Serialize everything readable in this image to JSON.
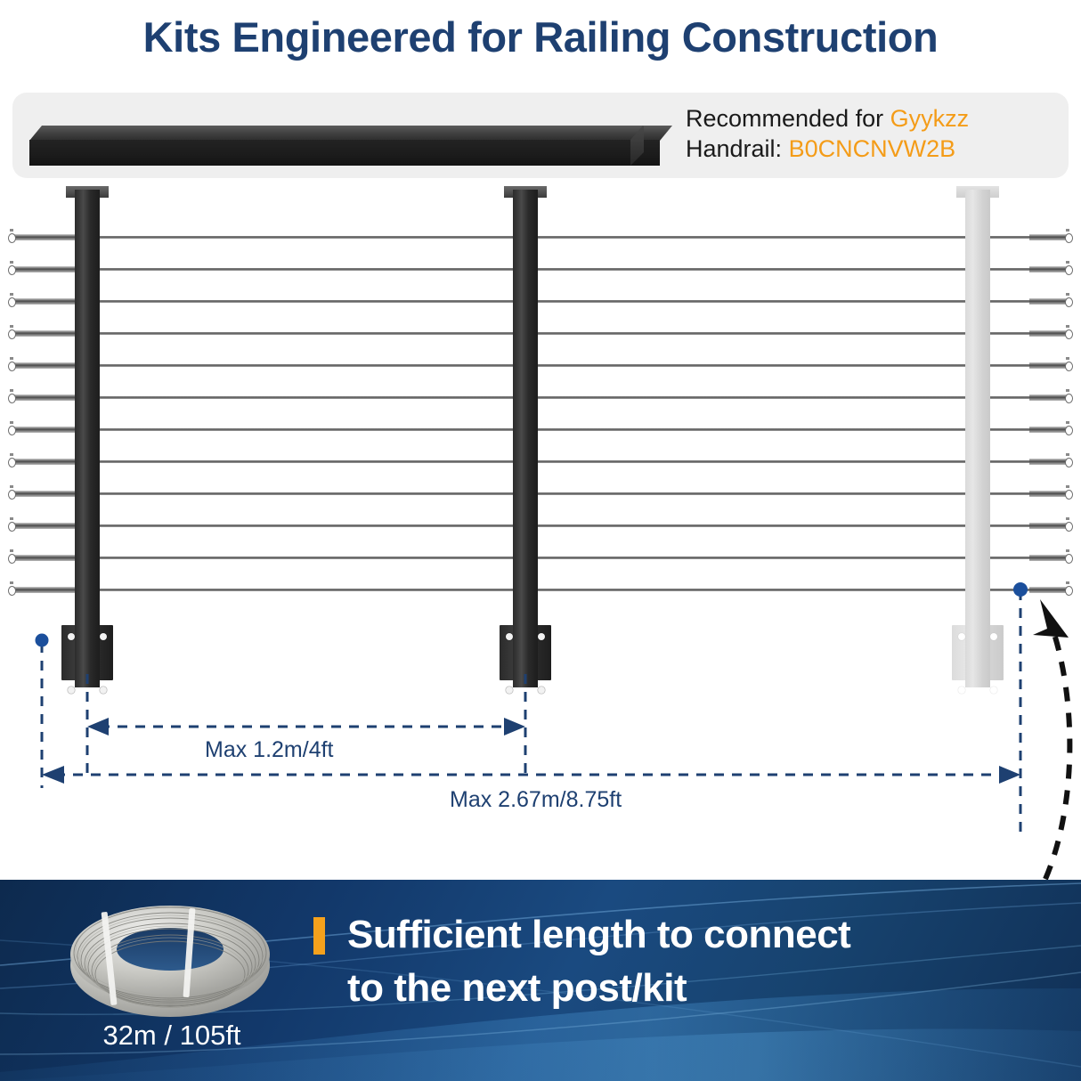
{
  "title": "Kits Engineered for Railing Construction",
  "recommendation": {
    "line1_prefix": "Recommended for ",
    "line1_brand": "Gyykzz",
    "line2_prefix": "Handrail: ",
    "line2_code": "B0CNCNVW2B"
  },
  "dimensions": {
    "post_spacing": "Max 1.2m/4ft",
    "total_run": "Max 2.67m/8.75ft"
  },
  "banner": {
    "headline_line1": "Sufficient length to connect",
    "headline_line2": "to the next post/kit",
    "coil_length": "32m / 105ft"
  },
  "diagram": {
    "cable_count": 12,
    "post_count": 3,
    "handrail_color": "#1b1b1b",
    "ghost_post_color": "#dcdcdc",
    "dimension_line_color": "#1e4071",
    "accent_color": "#f5a11c",
    "title_color": "#1e4071",
    "posts": [
      {
        "label": "post-left",
        "style": "solid"
      },
      {
        "label": "post-middle",
        "style": "solid"
      },
      {
        "label": "post-right-ghost",
        "style": "ghost"
      }
    ]
  }
}
